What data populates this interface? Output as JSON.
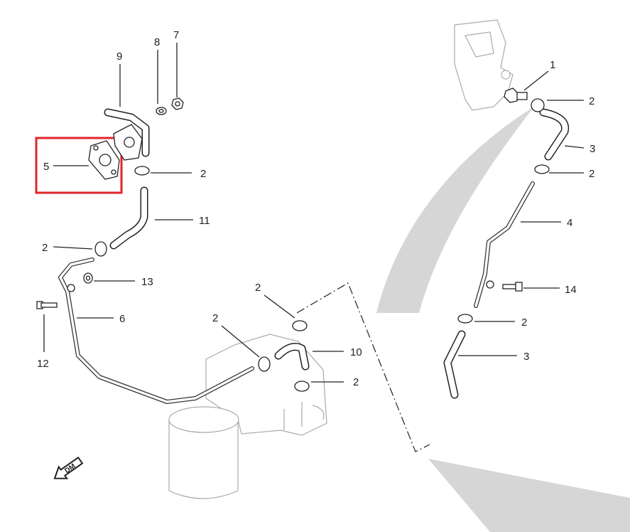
{
  "diagram": {
    "highlight_color": "#e0262c",
    "highlighted_part": "5",
    "direction_icon": {
      "name": "dm-arrow-icon",
      "label": "DM"
    },
    "callouts": [
      {
        "label": "9"
      },
      {
        "label": "8"
      },
      {
        "label": "7"
      },
      {
        "label": "5"
      },
      {
        "label": "2"
      },
      {
        "label": "11"
      },
      {
        "label": "2"
      },
      {
        "label": "13"
      },
      {
        "label": "6"
      },
      {
        "label": "12"
      },
      {
        "label": "2"
      },
      {
        "label": "2"
      },
      {
        "label": "10"
      },
      {
        "label": "2"
      },
      {
        "label": "1"
      },
      {
        "label": "2"
      },
      {
        "label": "3"
      },
      {
        "label": "2"
      },
      {
        "label": "4"
      },
      {
        "label": "14"
      },
      {
        "label": "2"
      },
      {
        "label": "3"
      }
    ]
  }
}
